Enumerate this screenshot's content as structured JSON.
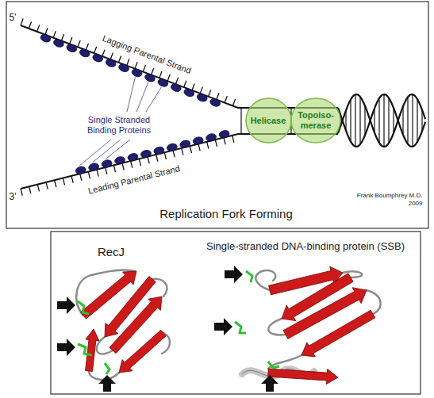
{
  "diagram": {
    "title": "Replication Fork Forming",
    "nodes": [
      {
        "text": [
          "Helicase"
        ]
      },
      {
        "text": [
          "Topoiso- merase"
        ]
      }
    ],
    "labels": [
      "5'",
      "3'",
      "Lagging Parental Strand",
      "Leading Parental Strand",
      "Single Stranded Binding Proteins",
      "Frank Boumphrey M.D. 2009",
      "RecJ",
      "Single-stranded DNA-binding protein (SSB)"
    ]
  }
}
